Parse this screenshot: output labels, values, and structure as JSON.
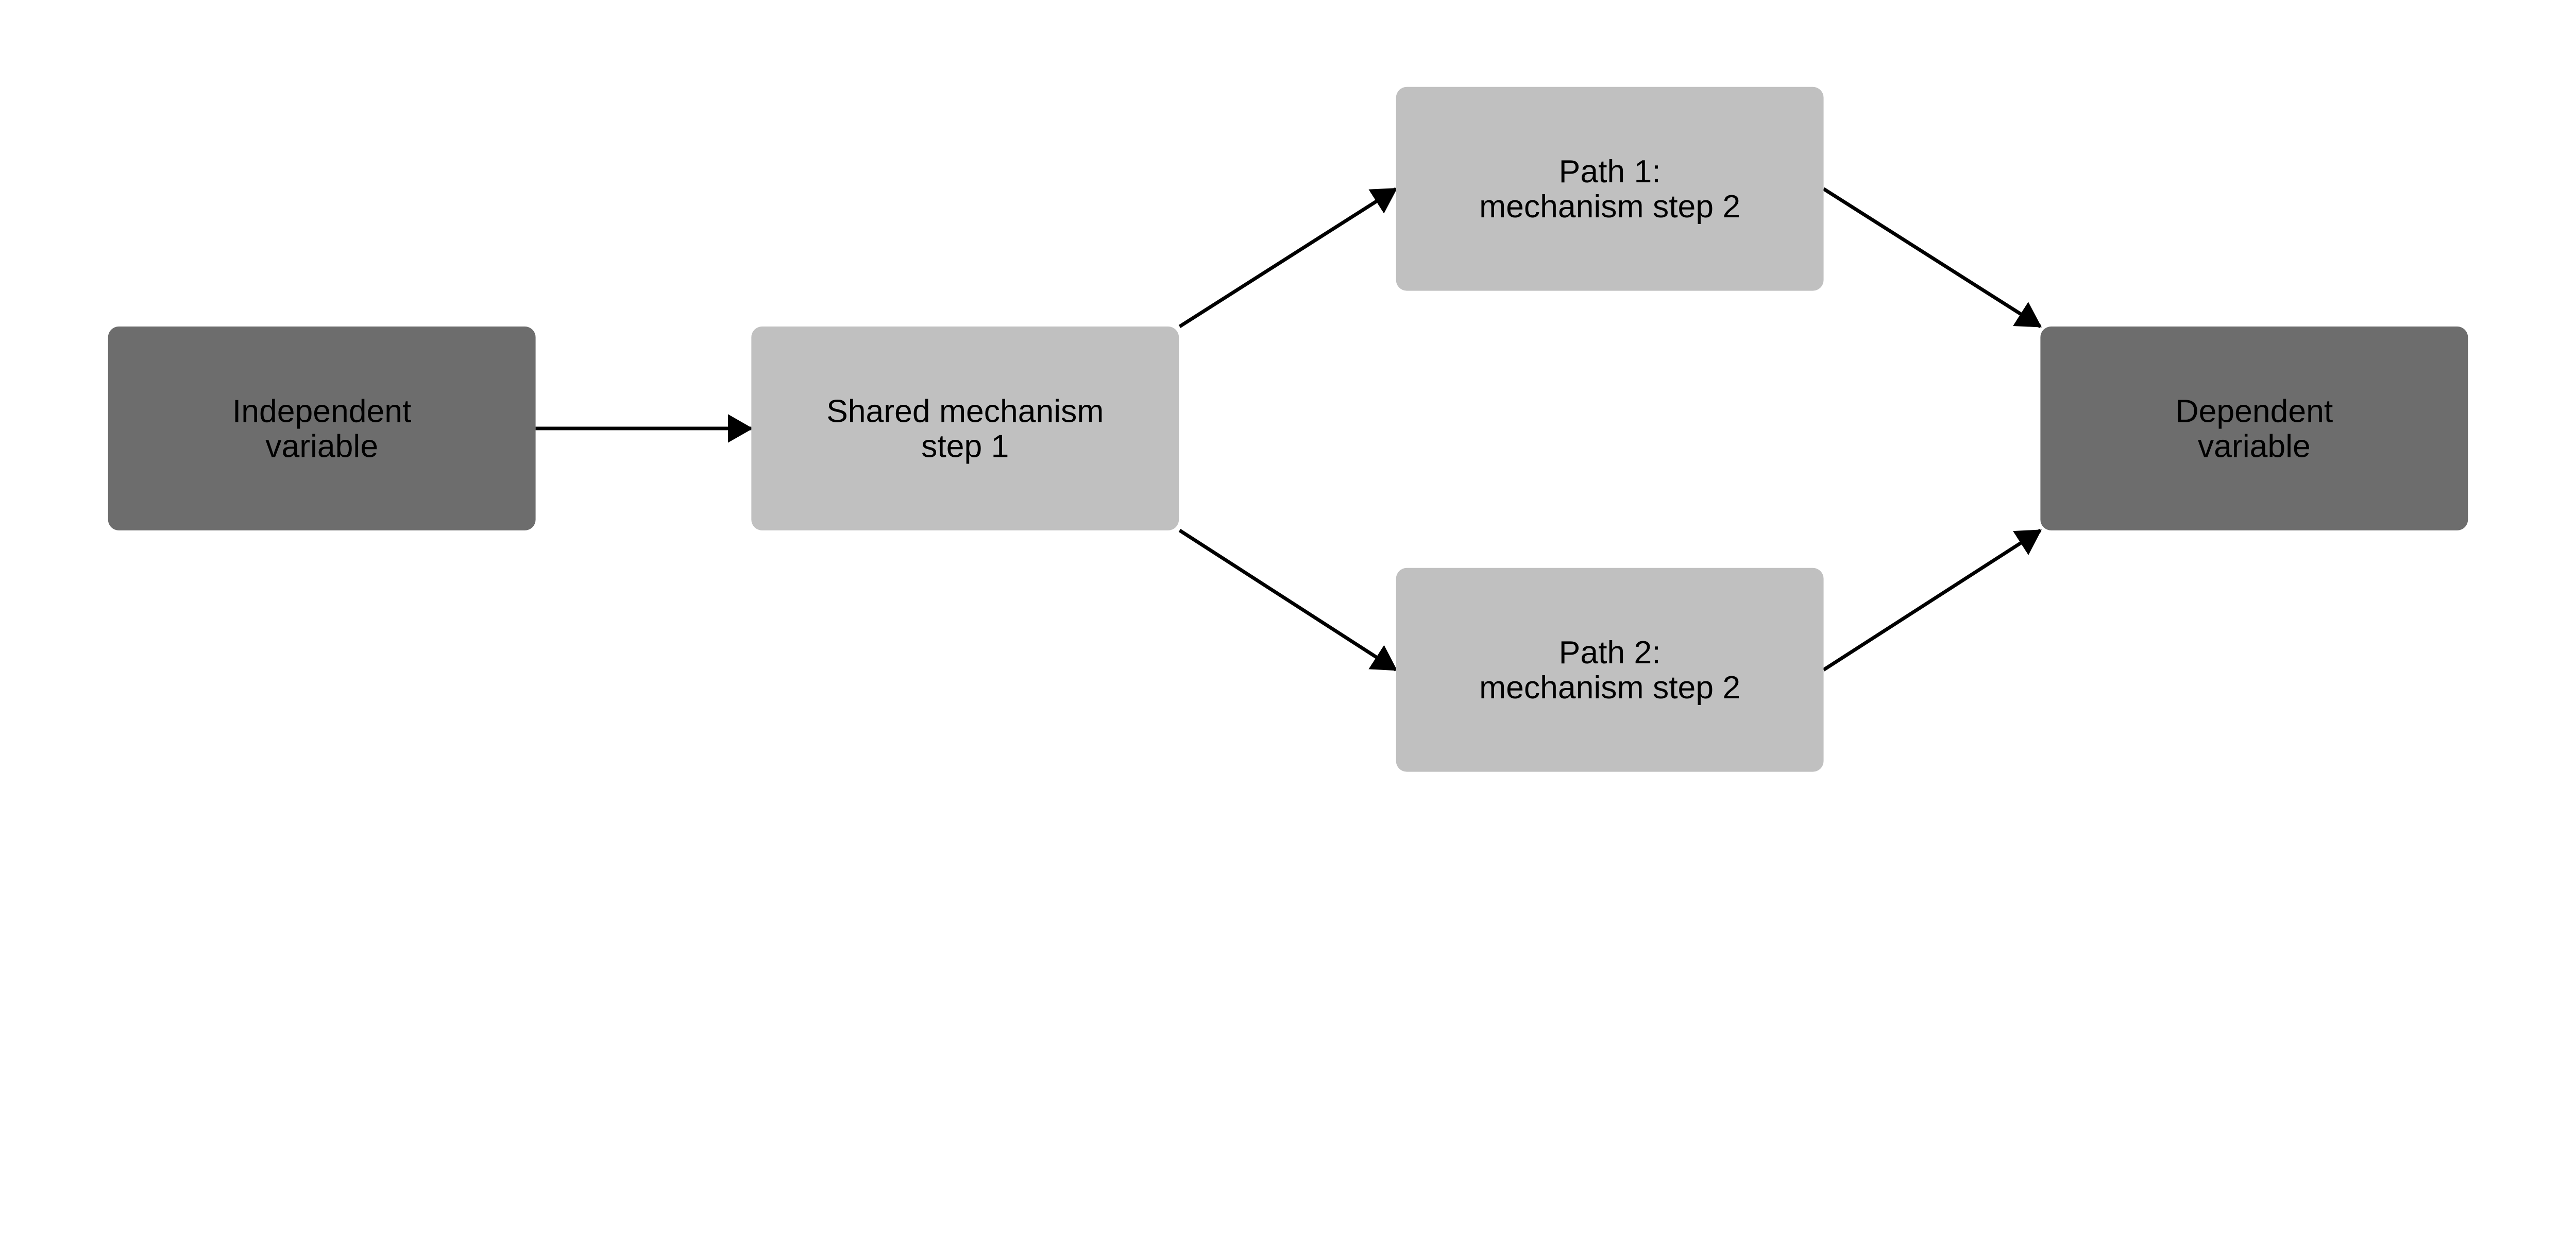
{
  "nodes": [
    {
      "id": "independent",
      "lines": [
        "Independent",
        "variable"
      ],
      "fill": "#6d6d6d"
    },
    {
      "id": "shared",
      "lines": [
        "Shared mechanism",
        "step 1"
      ],
      "fill": "#c0c0c0"
    },
    {
      "id": "path1",
      "lines": [
        "Path 1:",
        "mechanism step 2"
      ],
      "fill": "#c0c0c0"
    },
    {
      "id": "path2",
      "lines": [
        "Path 2:",
        "mechanism step 2"
      ],
      "fill": "#c0c0c0"
    },
    {
      "id": "dependent",
      "lines": [
        "Dependent",
        "variable"
      ],
      "fill": "#6d6d6d"
    }
  ],
  "edges": [
    {
      "from": "independent",
      "to": "shared"
    },
    {
      "from": "shared",
      "to": "path1"
    },
    {
      "from": "shared",
      "to": "path2"
    },
    {
      "from": "path1",
      "to": "dependent"
    },
    {
      "from": "path2",
      "to": "dependent"
    }
  ],
  "edge_color": "#000000"
}
